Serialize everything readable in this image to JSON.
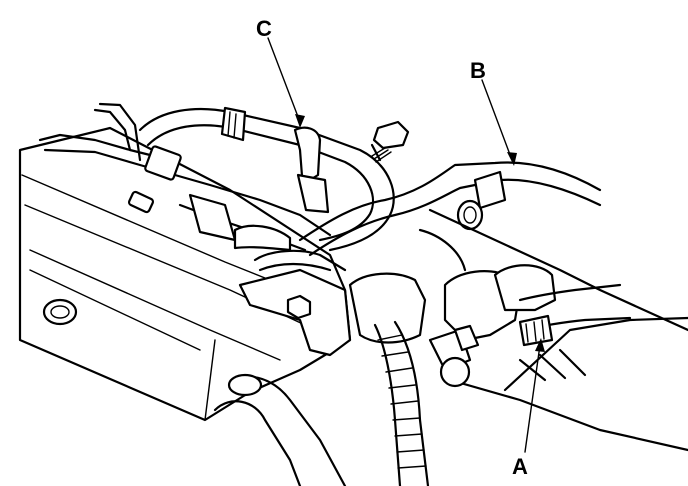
{
  "callouts": {
    "a": {
      "label": "A"
    },
    "b": {
      "label": "B"
    },
    "c": {
      "label": "C"
    }
  },
  "colors": {
    "ink": "#000000",
    "paper": "#ffffff"
  }
}
